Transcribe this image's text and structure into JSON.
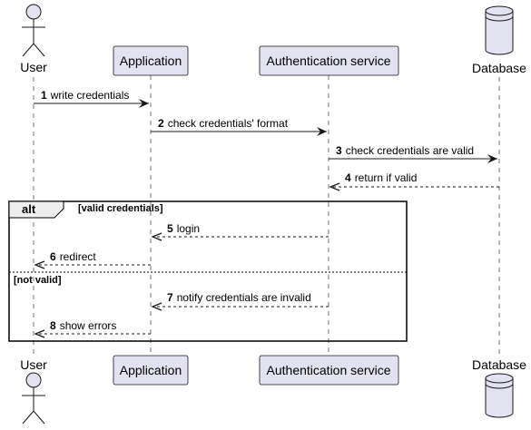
{
  "participants": {
    "user": {
      "label": "User",
      "kind": "actor"
    },
    "application": {
      "label": "Application",
      "kind": "participant"
    },
    "auth": {
      "label": "Authentication service",
      "kind": "participant"
    },
    "database": {
      "label": "Database",
      "kind": "database"
    }
  },
  "messages": [
    {
      "num": "1",
      "text": "write credentials",
      "from": "user",
      "to": "application",
      "style": "sync"
    },
    {
      "num": "2",
      "text": "check credentials' format",
      "from": "application",
      "to": "auth",
      "style": "sync"
    },
    {
      "num": "3",
      "text": "check credentials are valid",
      "from": "auth",
      "to": "database",
      "style": "sync"
    },
    {
      "num": "4",
      "text": "return if valid",
      "from": "database",
      "to": "auth",
      "style": "reply"
    },
    {
      "num": "5",
      "text": "login",
      "from": "auth",
      "to": "application",
      "style": "reply"
    },
    {
      "num": "6",
      "text": "redirect",
      "from": "application",
      "to": "user",
      "style": "reply"
    },
    {
      "num": "7",
      "text": "notify credentials are invalid",
      "from": "auth",
      "to": "application",
      "style": "reply"
    },
    {
      "num": "8",
      "text": "show errors",
      "from": "application",
      "to": "user",
      "style": "reply"
    }
  ],
  "fragment": {
    "keyword": "alt",
    "guard": "[valid credentials]",
    "else_guard": "[not valid]"
  },
  "colors": {
    "participant_fill": "#E2E2F0",
    "participant_stroke": "#181818",
    "lifeline": "#181818",
    "arrow": "#181818"
  }
}
